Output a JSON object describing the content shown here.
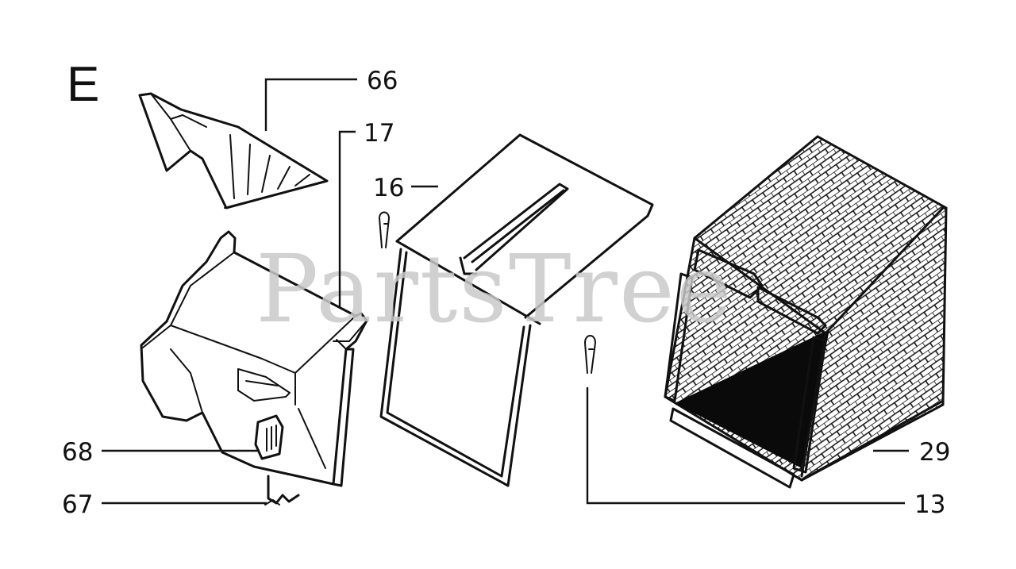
{
  "diagram": {
    "section_letter": "E",
    "watermark": "PartsTree",
    "callouts": [
      {
        "id": "66",
        "text": "66"
      },
      {
        "id": "17",
        "text": "17"
      },
      {
        "id": "16",
        "text": "16"
      },
      {
        "id": "68",
        "text": "68"
      },
      {
        "id": "67",
        "text": "67"
      },
      {
        "id": "29",
        "text": "29"
      },
      {
        "id": "13",
        "text": "13"
      }
    ]
  }
}
